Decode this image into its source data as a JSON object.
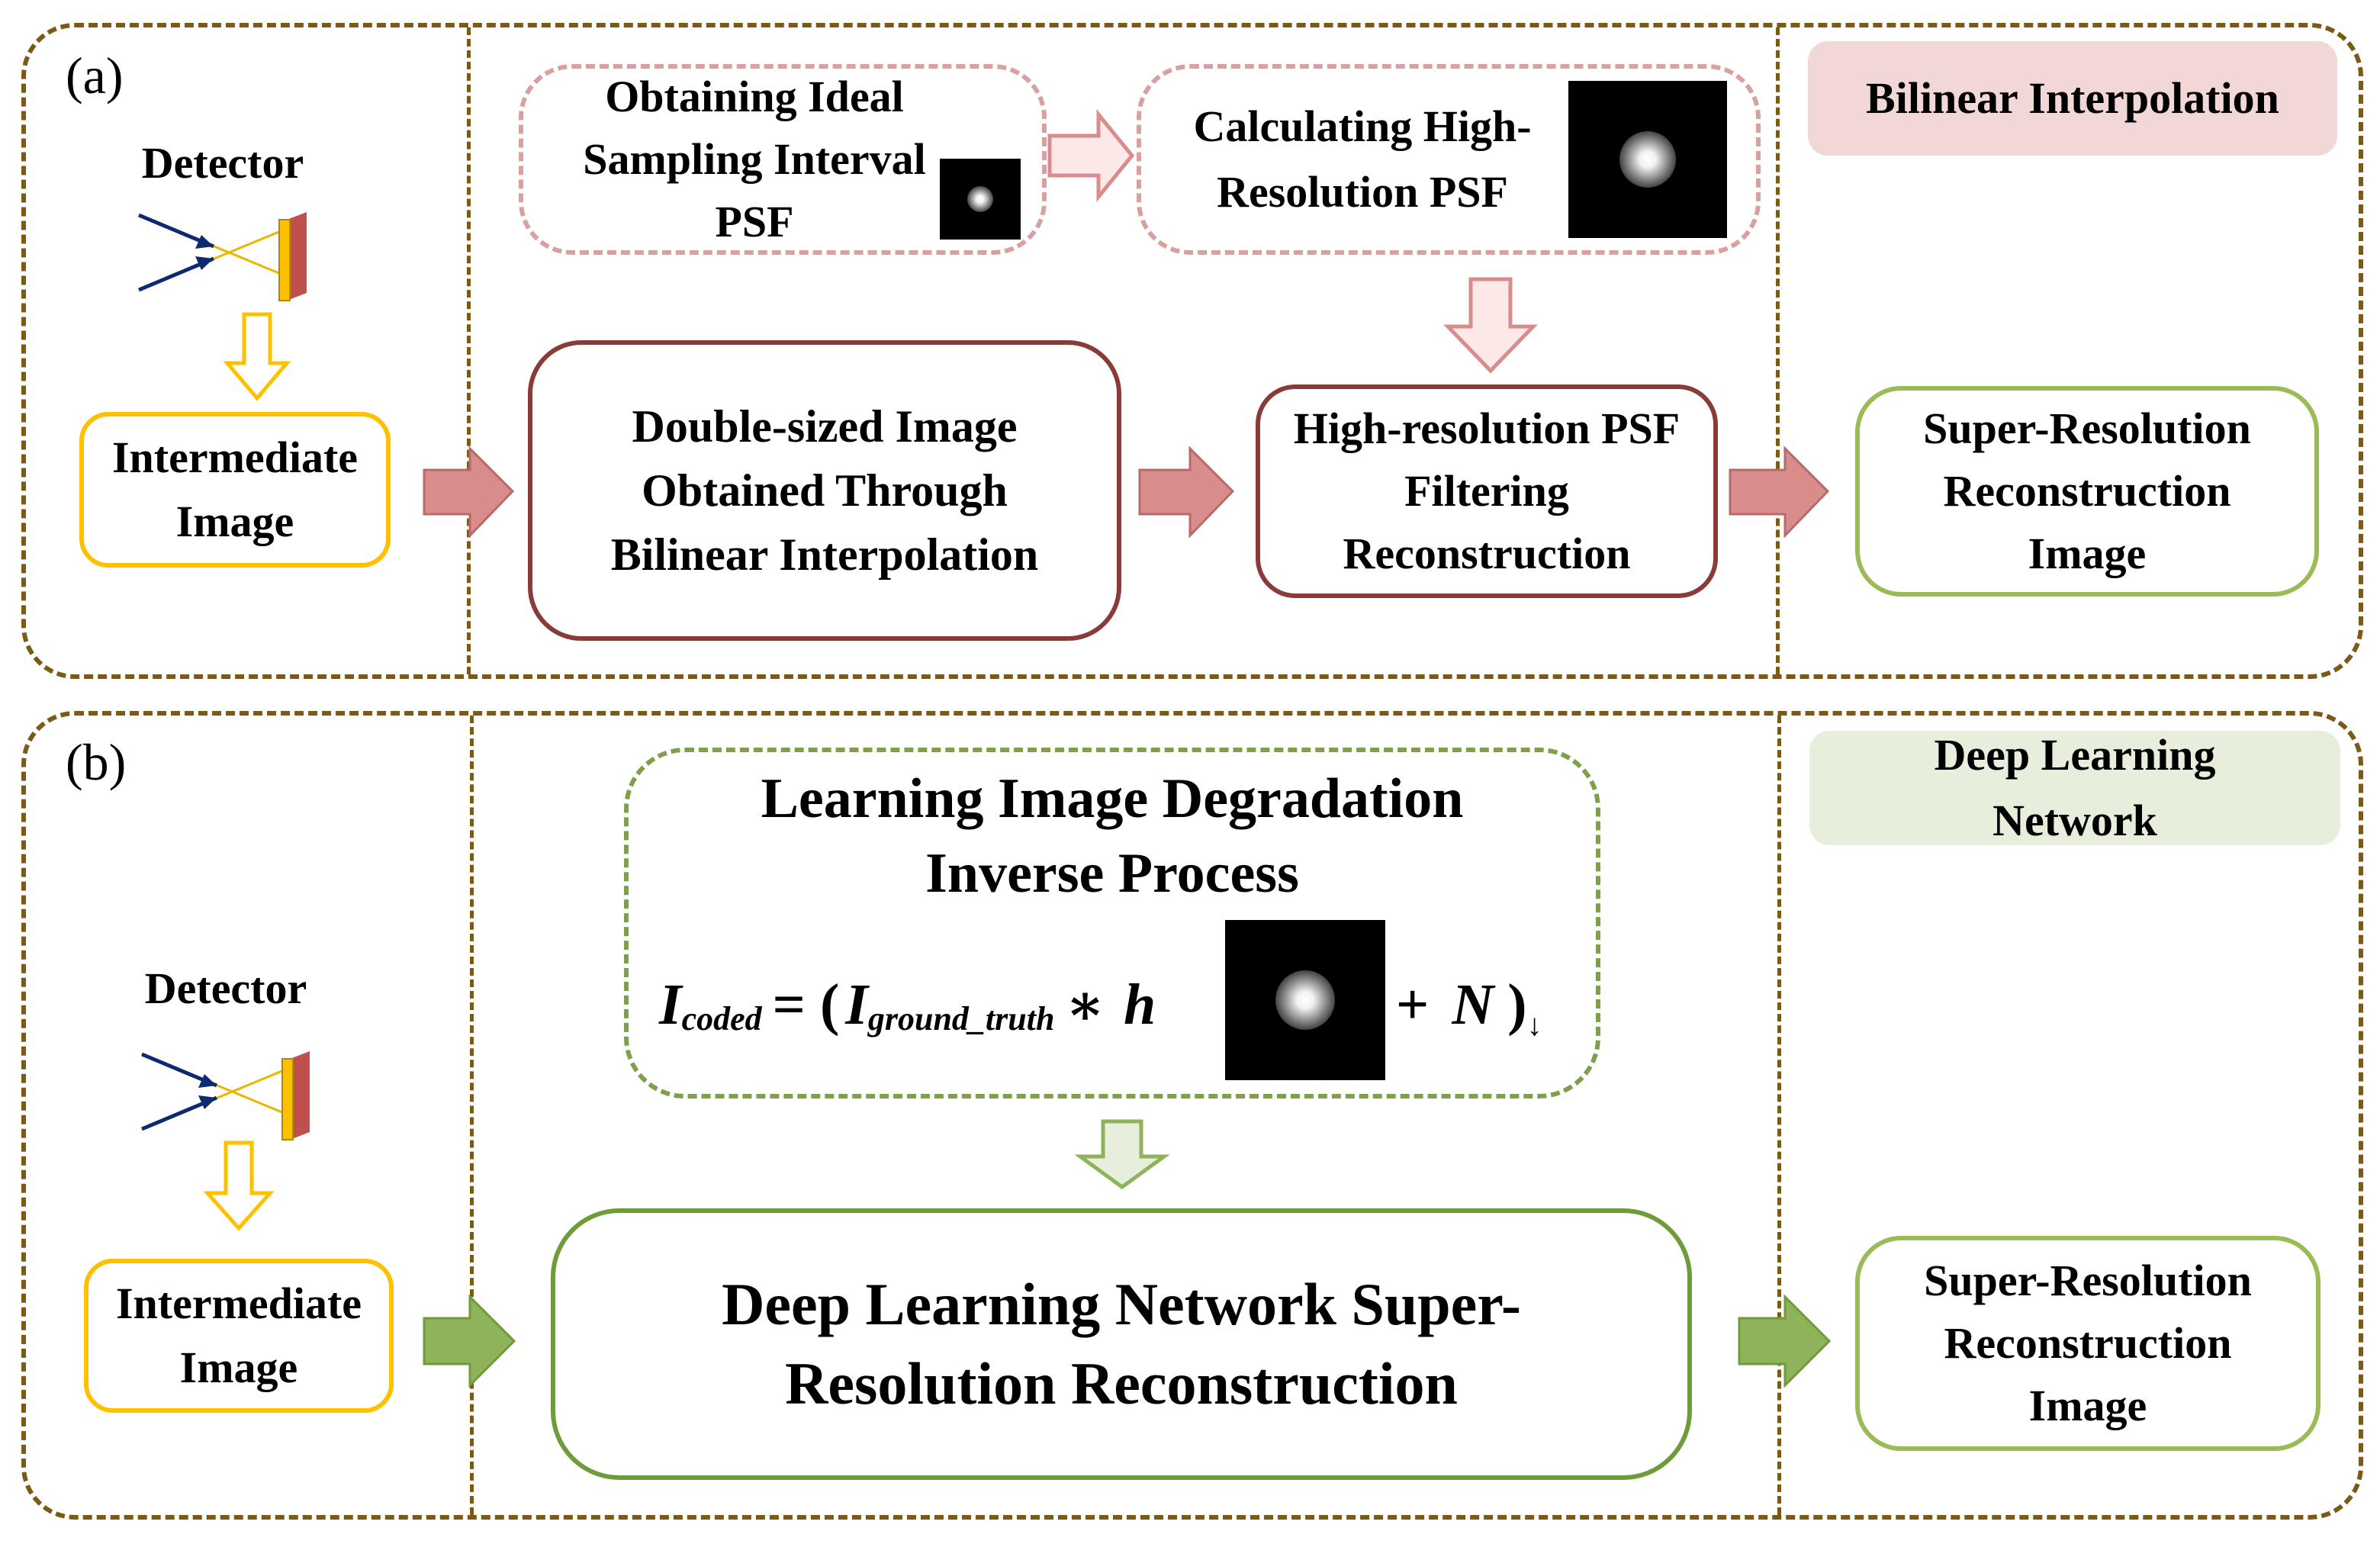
{
  "panel_a": {
    "label": "(a)",
    "detector_label": "Detector",
    "input_box": [
      "Intermediate",
      "Image"
    ],
    "step1": [
      "Obtaining Ideal",
      "Sampling Interval",
      "PSF"
    ],
    "step2": [
      "Calculating High-",
      "Resolution PSF"
    ],
    "step3": [
      "Double-sized Image",
      "Obtained Through",
      "Bilinear Interpolation"
    ],
    "step4": [
      "High-resolution PSF",
      "Filtering",
      "Reconstruction"
    ],
    "output_box": [
      "Super-Resolution",
      "Reconstruction",
      "Image"
    ],
    "method_tag": "Bilinear Interpolation"
  },
  "panel_b": {
    "label": "(b)",
    "detector_label": "Detector",
    "input_box": [
      "Intermediate",
      "Image"
    ],
    "learning_box": [
      "Learning Image Degradation",
      "Inverse Process"
    ],
    "formula": {
      "lhs": "I",
      "lhs_sub": "coded",
      "equals": "= (",
      "term": "I",
      "term_sub": "ground_truth",
      "conv": "∗",
      "kernel": "h",
      "plus": "+",
      "noise": "N",
      "close": ")",
      "down": "↓"
    },
    "main_box": [
      "Deep Learning Network Super-",
      "Resolution Reconstruction"
    ],
    "output_box": [
      "Super-Resolution",
      "Reconstruction",
      "Image"
    ],
    "method_tag": [
      "Deep Learning",
      "Network"
    ]
  },
  "colors": {
    "panel_border": "#7a5a14",
    "yellow": "#ffc000",
    "brown_red": "#8b3a3a",
    "pink_dashed": "#d8a0a0",
    "pink_arrow": "#d98c8c",
    "pink_tag": "#f2d7d7",
    "olive_green": "#6f9b3a",
    "light_green": "#9bbb59",
    "green_arrow": "#8fb35a",
    "green_tag": "#e7efdc",
    "green_dashed": "#7f9f4a"
  }
}
